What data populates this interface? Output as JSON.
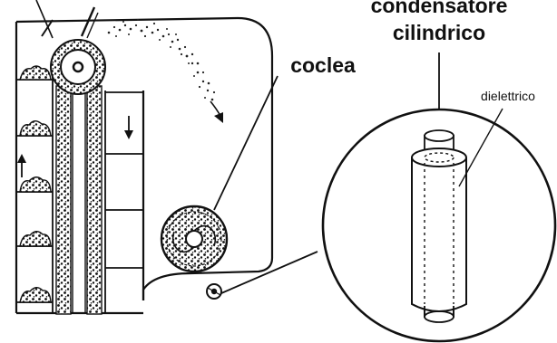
{
  "labels": {
    "condensatore": "condensatore",
    "cilindrico": "cilindrico",
    "coclea": "coclea",
    "dielettrico": "dielettrico"
  },
  "colors": {
    "ink": "#111111",
    "paper": "#ffffff",
    "particles": "#222222"
  }
}
